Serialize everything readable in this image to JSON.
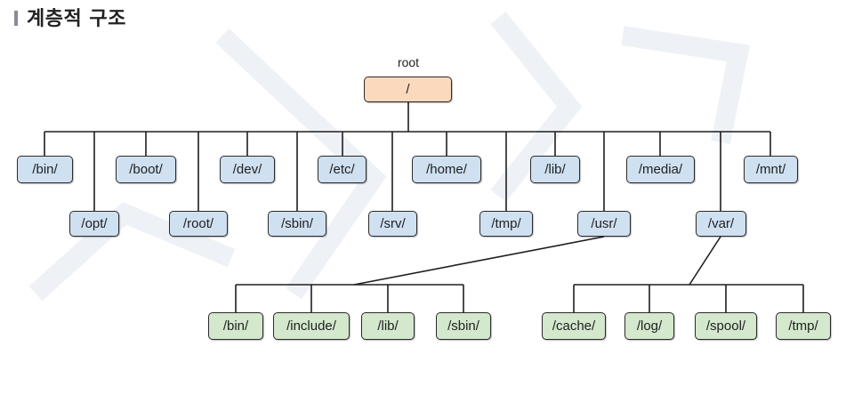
{
  "header": {
    "title": "계층적 구조"
  },
  "root": {
    "caption": "root",
    "label": "/"
  },
  "level1": {
    "top_row": [
      "/bin/",
      "/boot/",
      "/dev/",
      "/etc/",
      "/home/",
      "/lib/",
      "/media/",
      "/mnt/"
    ],
    "bottom_row": [
      "/opt/",
      "/root/",
      "/sbin/",
      "/srv/",
      "/tmp/",
      "/usr/",
      "/var/"
    ]
  },
  "usr_children": [
    "/bin/",
    "/include/",
    "/lib/",
    "/sbin/"
  ],
  "var_children": [
    "/cache/",
    "/log/",
    "/spool/",
    "/tmp/"
  ],
  "colors": {
    "root_fill": "#fbd9bd",
    "level1_fill": "#cfe0f1",
    "level2_fill": "#d3e8cc",
    "border": "#2a2a2a"
  }
}
